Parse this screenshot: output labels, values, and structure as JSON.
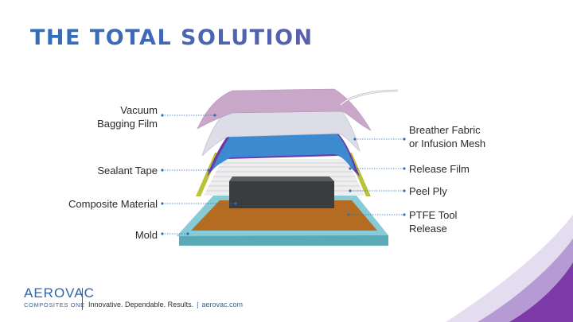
{
  "title": "THE TOTAL SOLUTION",
  "labels": {
    "vacuum_bagging_film_1": "Vacuum",
    "vacuum_bagging_film_2": "Bagging Film",
    "sealant_tape": "Sealant Tape",
    "composite_material": "Composite Material",
    "mold": "Mold",
    "breather_1": "Breather Fabric",
    "breather_2": "or Infusion Mesh",
    "release_film": "Release Film",
    "peel_ply": "Peel Ply",
    "ptfe_1": "PTFE Tool",
    "ptfe_2": "Release"
  },
  "colors": {
    "title_start": "#2f6fbd",
    "title_end": "#5a5fae",
    "vacuum_film": "#c9a7c9",
    "breather": "#dcdde6",
    "release_film": "#3e8ad1",
    "release_film_edge": "#6a3aa8",
    "sealant_tape": "#b8c23a",
    "peel_ply": "#e8e8ea",
    "composite": "#47484c",
    "ptfe": "#b06a22",
    "mold": "#7ec6d2",
    "leader": "#2f6fbd",
    "swoosh_light": "#d7c8e3",
    "swoosh_dark": "#7b3aa8"
  },
  "footer": {
    "logo_main": "AEROVAC",
    "logo_sub": "COMPOSITES ONE",
    "tagline": "Innovative. Dependable. Results.",
    "separator": "|",
    "url": "aerovac.com"
  }
}
